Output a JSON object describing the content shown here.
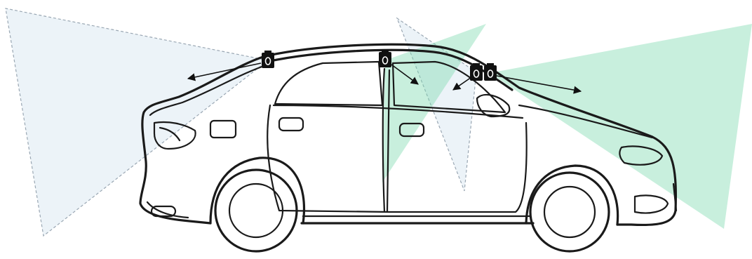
{
  "colors": {
    "fov_blue": "#dce9f2",
    "fov_green": "#7dd9ad",
    "car_outline": "#1a1a1a",
    "camera_body": "#111111"
  },
  "diagram": {
    "subject": "sedan-side-view",
    "cameras": [
      {
        "id": "rear-camera",
        "icon": "camera-icon",
        "fov_color": "fov_blue"
      },
      {
        "id": "side-camera",
        "icon": "camera-icon",
        "fov_color": "fov_green"
      },
      {
        "id": "front-left-camera",
        "icon": "camera-icon",
        "fov_color": "fov_blue"
      },
      {
        "id": "front-right-camera",
        "icon": "camera-icon",
        "fov_color": "fov_green"
      }
    ]
  }
}
